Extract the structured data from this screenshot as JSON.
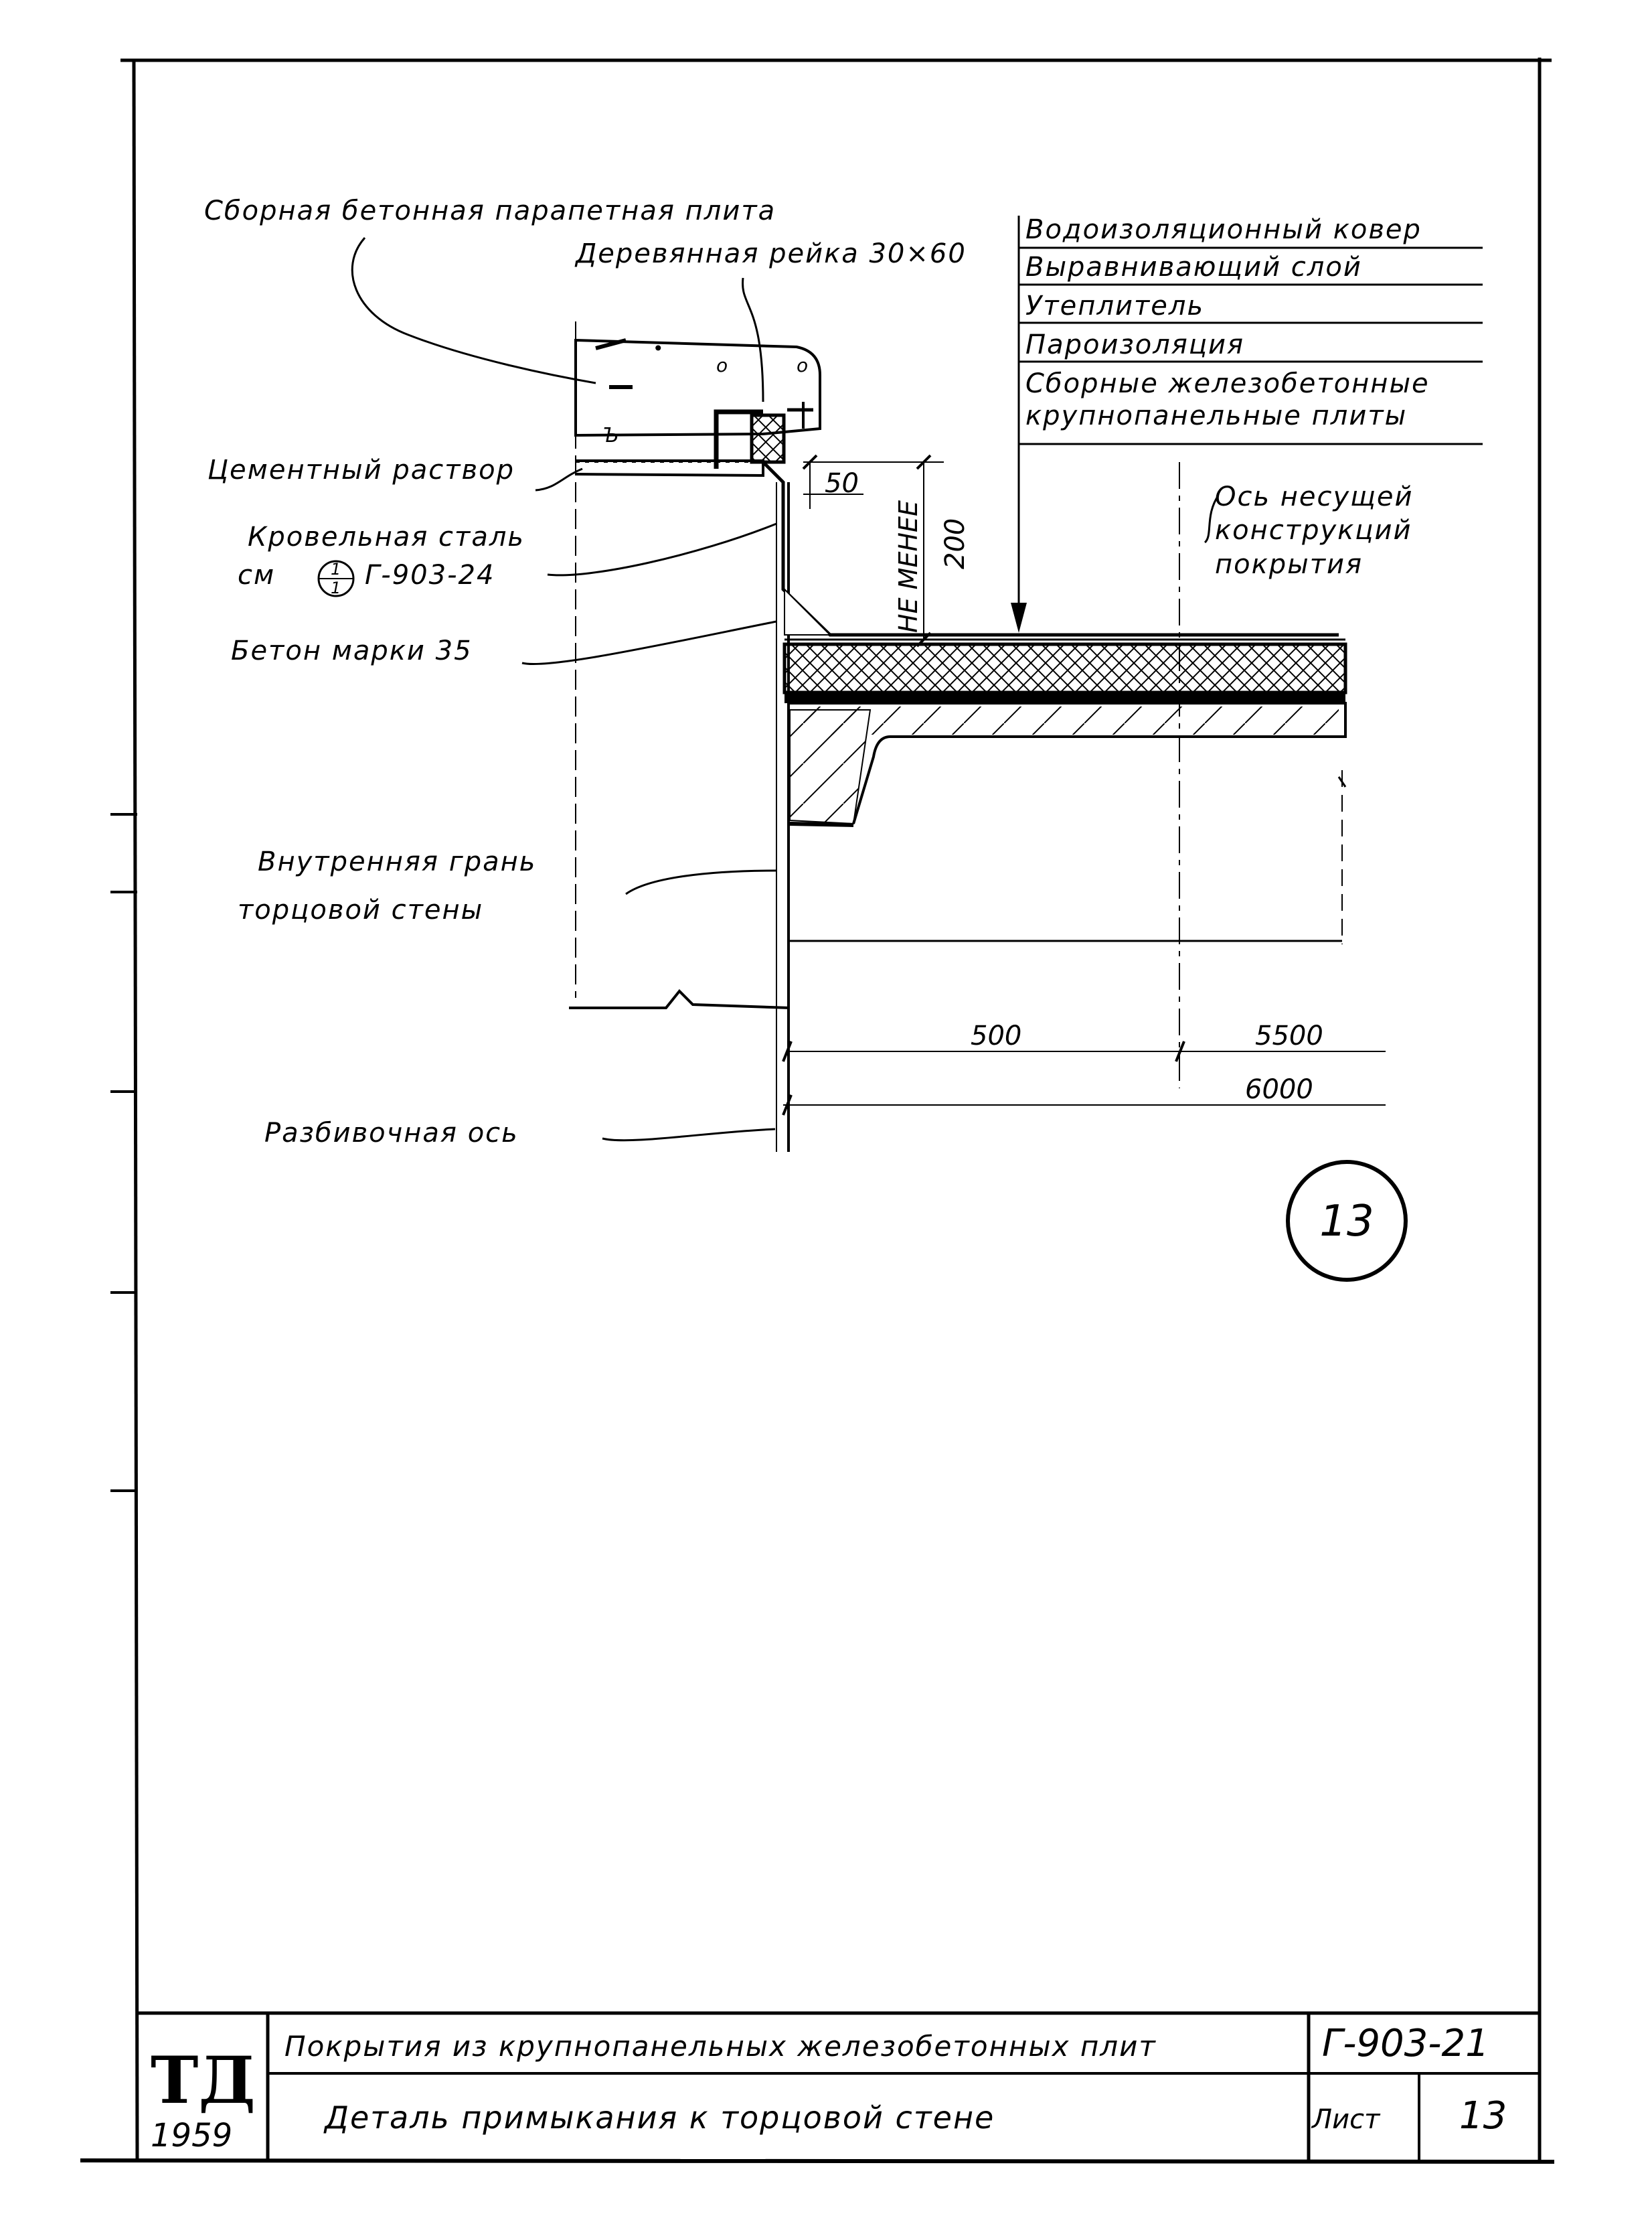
{
  "labels": {
    "parapet": "Сборная бетонная парапетная плита",
    "wood_strip": "Деревянная рейка 30×60",
    "cement": "Цементный раствор",
    "roof_steel": "Кровельная сталь",
    "see": "см",
    "ref_top": "1",
    "ref_bottom": "1",
    "ref_sheet": "Г-903-24",
    "concrete": "Бетон марки 35",
    "inner_face_1": "Внутренняя грань",
    "inner_face_2": "торцовой стены",
    "axis": "Разбивочная ось",
    "bearing_axis_1": "Ось несущей",
    "bearing_axis_2": "конструкций",
    "bearing_axis_3": "покрытия",
    "not_less": "НЕ МЕНЕЕ"
  },
  "layers": [
    "Водоизоляционный ковер",
    "Выравнивающий слой",
    "Утеплитель",
    "Пароизоляция",
    "Сборные железобетонные",
    "крупнопанельные плиты"
  ],
  "dimensions": {
    "d50": "50",
    "d200": "200",
    "d500": "500",
    "d5500": "5500",
    "d6000": "6000"
  },
  "detail_number": "13",
  "title_block": {
    "logo": "ТД",
    "year": "1959",
    "title": "Покрытия из крупнопанельных железобетонных плит",
    "subtitle": "Деталь примыкания к торцовой стене",
    "code": "Г-903-21",
    "sheet_label": "Лист",
    "sheet_number": "13"
  }
}
